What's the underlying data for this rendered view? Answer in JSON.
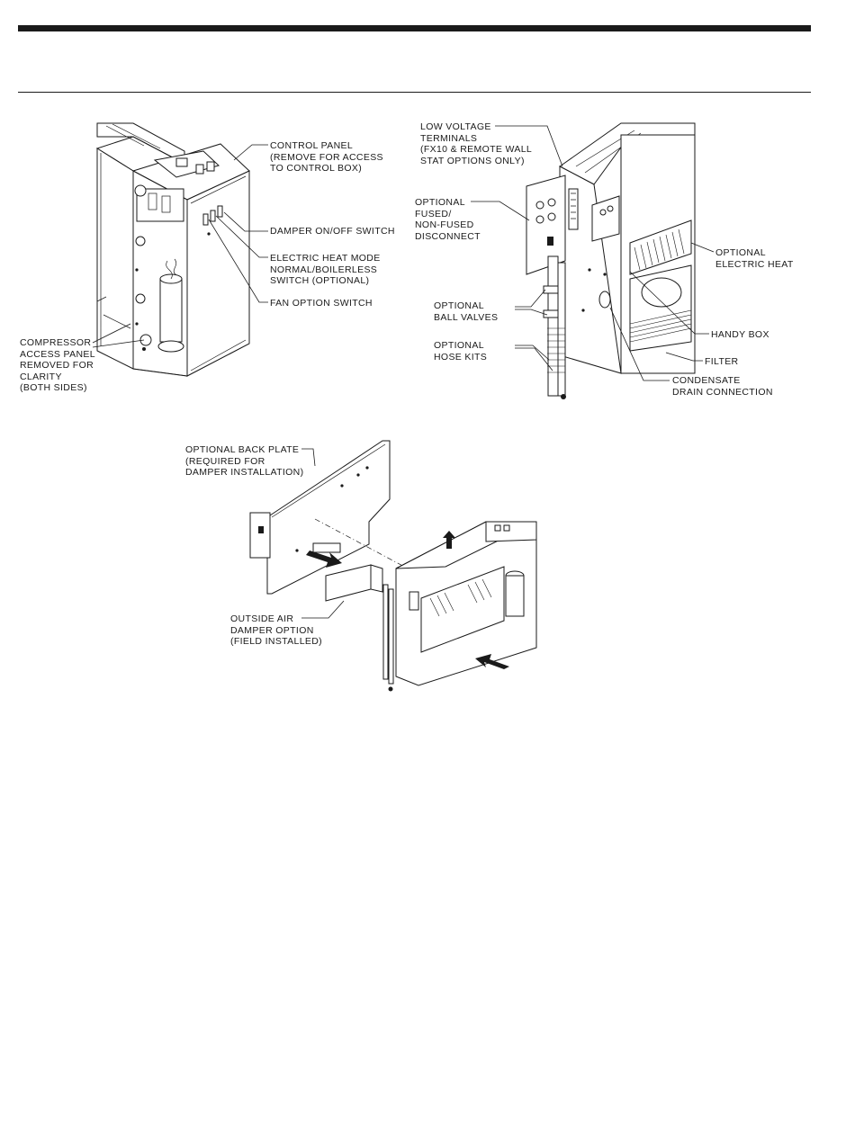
{
  "figure1": {
    "labels": {
      "control_panel": "CONTROL PANEL\n(REMOVE FOR ACCESS\nTO CONTROL BOX)",
      "damper_switch": "DAMPER ON/OFF SWITCH",
      "electric_heat_mode": "ELECTRIC HEAT MODE\nNORMAL/BOILERLESS\nSWITCH (OPTIONAL)",
      "fan_option_switch": "FAN OPTION SWITCH",
      "compressor_panel": "COMPRESSOR\nACCESS PANEL\nREMOVED FOR\nCLARITY\n(BOTH SIDES)"
    }
  },
  "figure2": {
    "labels": {
      "low_voltage": "LOW VOLTAGE\nTERMINALS\n(FX10 & REMOTE WALL\nSTAT OPTIONS ONLY)",
      "disconnect": "OPTIONAL\nFUSED/\nNON-FUSED\nDISCONNECT",
      "electric_heat": "OPTIONAL\nELECTRIC HEAT",
      "ball_valves": "OPTIONAL\nBALL VALVES",
      "handy_box": "HANDY BOX",
      "hose_kits": "OPTIONAL\nHOSE KITS",
      "filter": "FILTER",
      "condensate": "CONDENSATE\nDRAIN CONNECTION"
    }
  },
  "figure3": {
    "labels": {
      "back_plate": "OPTIONAL BACK PLATE\n(REQUIRED FOR\nDAMPER INSTALLATION)",
      "outside_air": "OUTSIDE AIR\nDAMPER OPTION\n(FIELD INSTALLED)"
    }
  }
}
